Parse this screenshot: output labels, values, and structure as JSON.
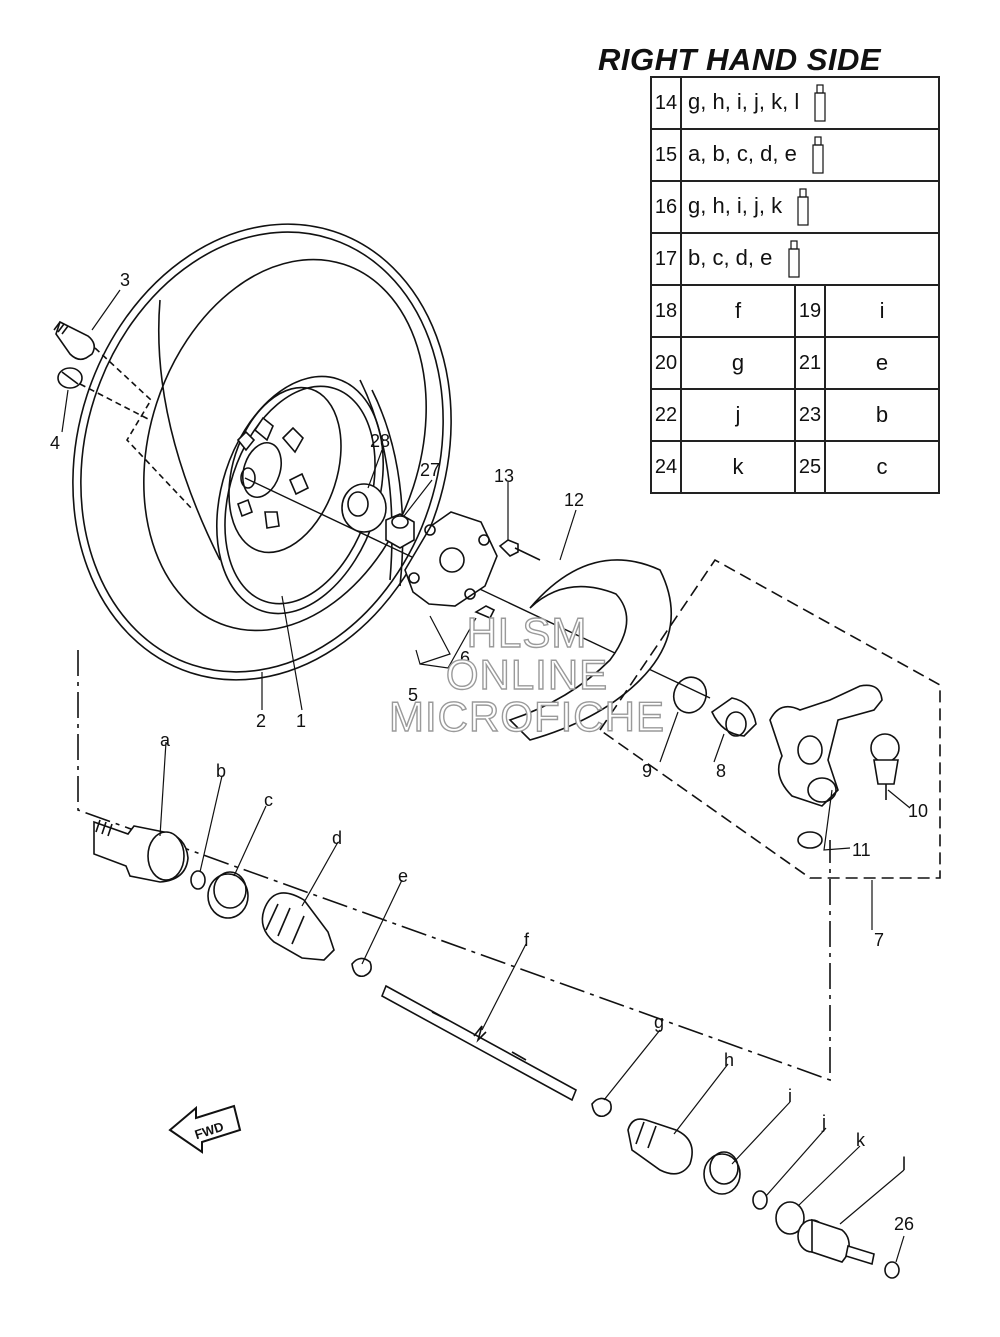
{
  "diagram": {
    "title": "RIGHT HAND SIDE",
    "table": [
      {
        "num": "14",
        "letters": "g, h, i, j, k, l",
        "icon": "grease-tube-icon"
      },
      {
        "num": "15",
        "letters": "a, b, c, d, e",
        "icon": "grease-tube-icon"
      },
      {
        "num": "16",
        "letters": "g, h, i, j, k",
        "icon": "grease-tube-icon"
      },
      {
        "num": "17",
        "letters": "b, c, d, e",
        "icon": "grease-tube-icon"
      }
    ],
    "pairs": [
      [
        "18",
        "f",
        "19",
        "i"
      ],
      [
        "20",
        "g",
        "21",
        "e"
      ],
      [
        "22",
        "j",
        "23",
        "b"
      ],
      [
        "24",
        "k",
        "25",
        "c"
      ]
    ],
    "callouts": {
      "n1": "1",
      "n2": "2",
      "n3": "3",
      "n4": "4",
      "n5": "5",
      "n6": "6",
      "n7": "7",
      "n8": "8",
      "n9": "9",
      "n10": "10",
      "n11": "11",
      "n12": "12",
      "n13": "13",
      "n26": "26",
      "n27": "27",
      "n28": "28",
      "a": "a",
      "b": "b",
      "c": "c",
      "d": "d",
      "e": "e",
      "f": "f",
      "g": "g",
      "h": "h",
      "i": "i",
      "j": "j",
      "k": "k",
      "l": "l"
    },
    "fwd_label": "FWD",
    "watermark": [
      "HLSM",
      "ONLINE",
      "MICROFICHE"
    ]
  }
}
